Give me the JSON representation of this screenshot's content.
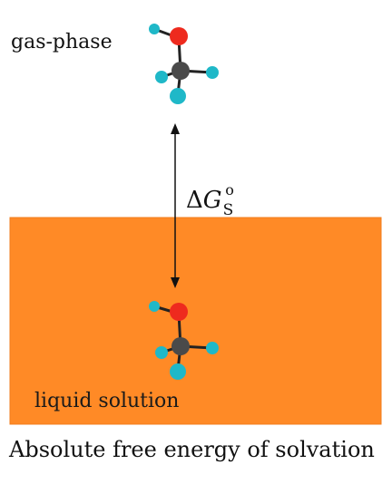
{
  "labels": {
    "gas_phase": "gas-phase",
    "liquid_solution": "liquid solution",
    "caption": "Absolute free energy of solvation",
    "delta_symbol": "Δ",
    "delta_variable": "G",
    "delta_subscript": "S",
    "delta_superscript": "o"
  },
  "colors": {
    "solution": "#ff8a26",
    "solution_edge": "#f07c1c",
    "oxygen": "#ee2a1e",
    "carbon": "#4a4a4a",
    "hydrogen": "#1fb8c8",
    "bond": "#222222",
    "arrow": "#111111"
  },
  "molecules": [
    "gas-phase-molecule",
    "solvated-molecule"
  ]
}
